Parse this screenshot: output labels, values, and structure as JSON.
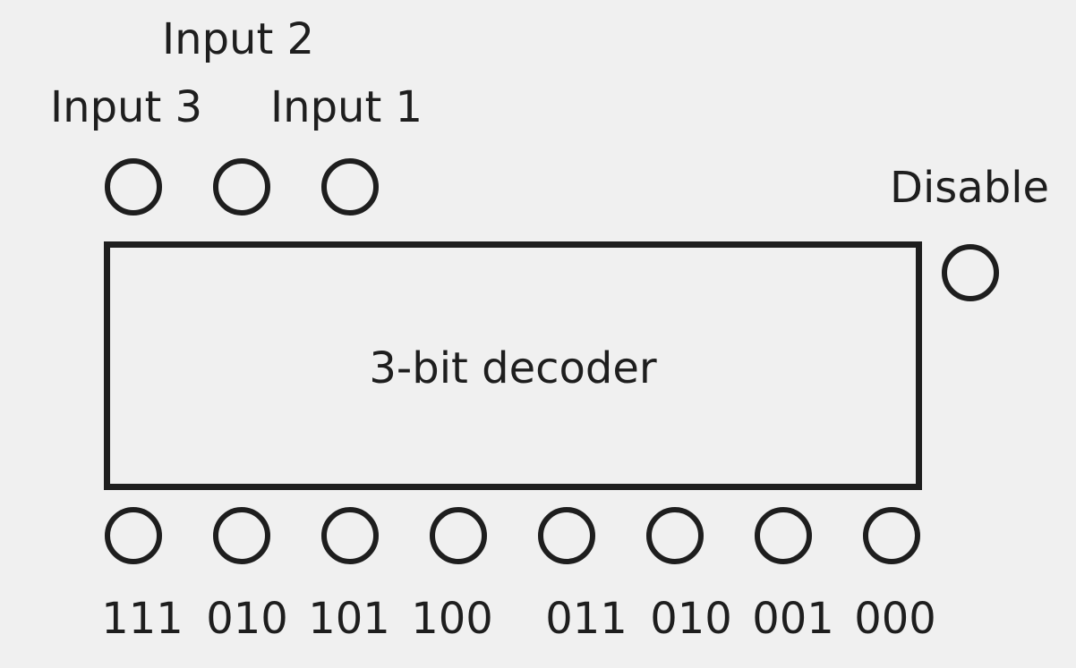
{
  "diagram": {
    "block_label": "3-bit decoder",
    "inputs": [
      {
        "label": "Input 3"
      },
      {
        "label": "Input 2"
      },
      {
        "label": "Input 1"
      }
    ],
    "disable": {
      "label": "Disable"
    },
    "outputs": [
      {
        "label": "111"
      },
      {
        "label": "010"
      },
      {
        "label": "101"
      },
      {
        "label": "100"
      },
      {
        "label": "011"
      },
      {
        "label": "010"
      },
      {
        "label": "001"
      },
      {
        "label": "000"
      }
    ]
  }
}
